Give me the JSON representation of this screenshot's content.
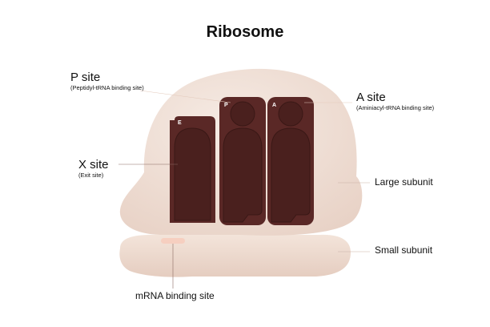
{
  "title": "Ribosome",
  "labels": {
    "p_site": {
      "name": "P site",
      "desc": "(Peptidyl-tRNA binding site)"
    },
    "a_site": {
      "name": "A site",
      "desc": "(Aminiacyl-tRNA binding site)"
    },
    "x_site": {
      "name": "X site",
      "desc": "(Exit site)"
    },
    "large_subunit": "Large subunit",
    "small_subunit": "Small subunit",
    "mrna_binding_site": "mRNA binding site"
  },
  "slot_letters": {
    "e": "E",
    "p": "P",
    "a": "A"
  },
  "colors": {
    "subunit": "#efddd3",
    "subunit_shade": "#e3c9bb",
    "slot": "#5a2826",
    "slot_dark": "#421c1a",
    "mrna_site": "#f6cfc0",
    "leader_line": "#c9b2a6"
  }
}
